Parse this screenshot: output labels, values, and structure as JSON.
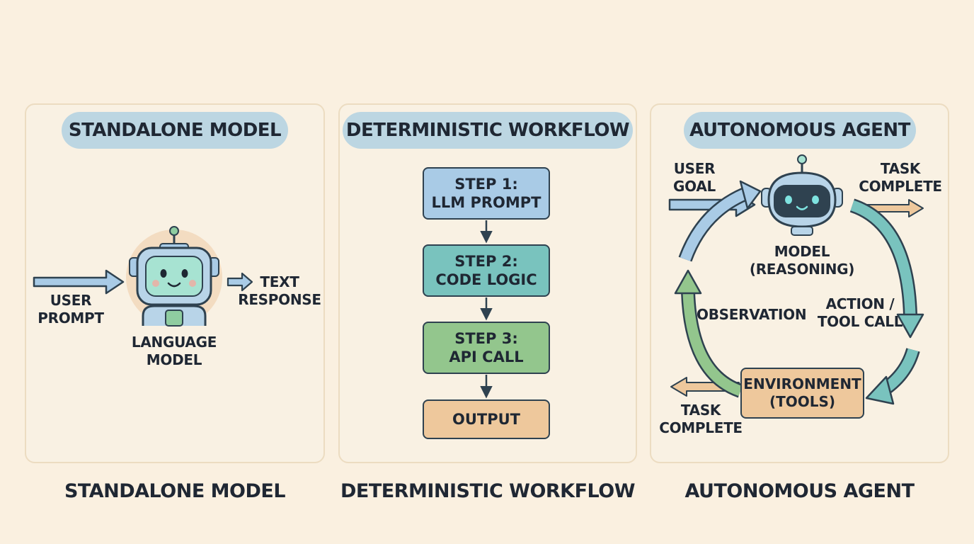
{
  "panels": {
    "standalone": {
      "title": "STANDALONE MODEL",
      "caption": "STANDALONE MODEL",
      "input_label": "USER\nPROMPT",
      "output_label": "TEXT\nRESPONSE",
      "model_label": "LANGUAGE\nMODEL"
    },
    "workflow": {
      "title": "DETERMINISTIC WORKFLOW",
      "caption": "DETERMINISTIC WORKFLOW",
      "steps": [
        {
          "label": "STEP 1:\nLLM PROMPT",
          "color": "#a9cbe6"
        },
        {
          "label": "STEP 2:\nCODE LOGIC",
          "color": "#79c3be"
        },
        {
          "label": "STEP 3:\nAPI CALL",
          "color": "#93c68d"
        },
        {
          "label": "OUTPUT",
          "color": "#eec89c"
        }
      ]
    },
    "agent": {
      "title": "AUTONOMOUS AGENT",
      "caption": "AUTONOMOUS AGENT",
      "user_goal": "USER\nGOAL",
      "task_complete_top": "TASK\nCOMPLETE",
      "model_label": "MODEL\n(REASONING)",
      "action_label": "ACTION /\nTOOL CALL",
      "observation_label": "OBSERVATION",
      "environment_label": "ENVIRONMENT\n(TOOLS)",
      "task_complete_bottom": "TASK\nCOMPLETE"
    }
  },
  "icons": {
    "robot_standalone": "robot-icon",
    "robot_agent": "robot-icon"
  },
  "colors": {
    "background": "#faf0e0",
    "panel": "#f9f1e3",
    "title_pill": "#bcd6e2",
    "arrow_blue": "#a9cbe6",
    "arrow_teal": "#79c3be",
    "arrow_green": "#93c68d",
    "arrow_orange": "#eec89c",
    "outline": "#2f4250"
  }
}
